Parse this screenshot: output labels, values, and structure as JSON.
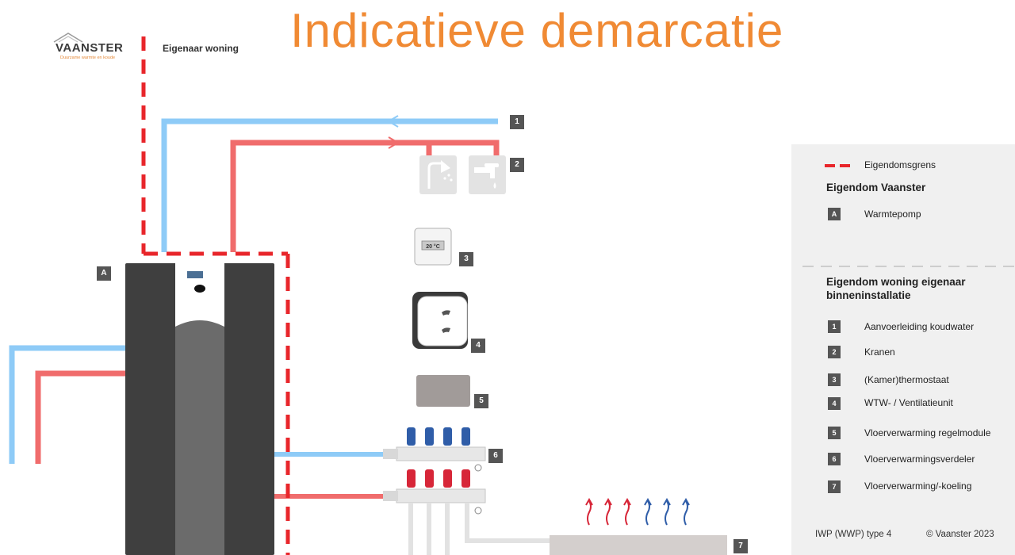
{
  "title": "Indicatieve demarcatie",
  "logo": {
    "name": "VAANSTER",
    "tagline": "Duurzame warmte en koude"
  },
  "owner_label": "Eigenaar woning",
  "pump_badge": "A",
  "thermostat_display": "20 °C",
  "component_badges": [
    "1",
    "2",
    "3",
    "4",
    "5",
    "6",
    "7"
  ],
  "legend": {
    "boundary_label": "Eigendomsgrens",
    "vaanster_heading": "Eigendom Vaanster",
    "vaanster_items": [
      {
        "code": "A",
        "label": "Warmtepomp"
      }
    ],
    "owner_heading": "Eigendom woning eigenaar binneninstallatie",
    "owner_items": [
      {
        "code": "1",
        "label": "Aanvoerleiding koudwater"
      },
      {
        "code": "2",
        "label": "Kranen"
      },
      {
        "code": "3",
        "label": "(Kamer)thermostaat"
      },
      {
        "code": "4",
        "label": "WTW- / Ventilatieunit"
      },
      {
        "code": "5",
        "label": "Vloerverwarming regelmodule"
      },
      {
        "code": "6",
        "label": "Vloerverwarmingsverdeler"
      },
      {
        "code": "7",
        "label": "Vloerverwarming/-koeling"
      }
    ],
    "footer_type": "IWP (WWP) type 4",
    "footer_copyright": "© Vaanster 2023"
  },
  "colors": {
    "title": "#f08a34",
    "boundary": "#e8262b",
    "cold_pipe": "#8ecbf7",
    "hot_pipe": "#f06c6c",
    "pump_body": "#3f3f3f",
    "legend_bg": "#f0f0f0",
    "badge": "#555555"
  }
}
